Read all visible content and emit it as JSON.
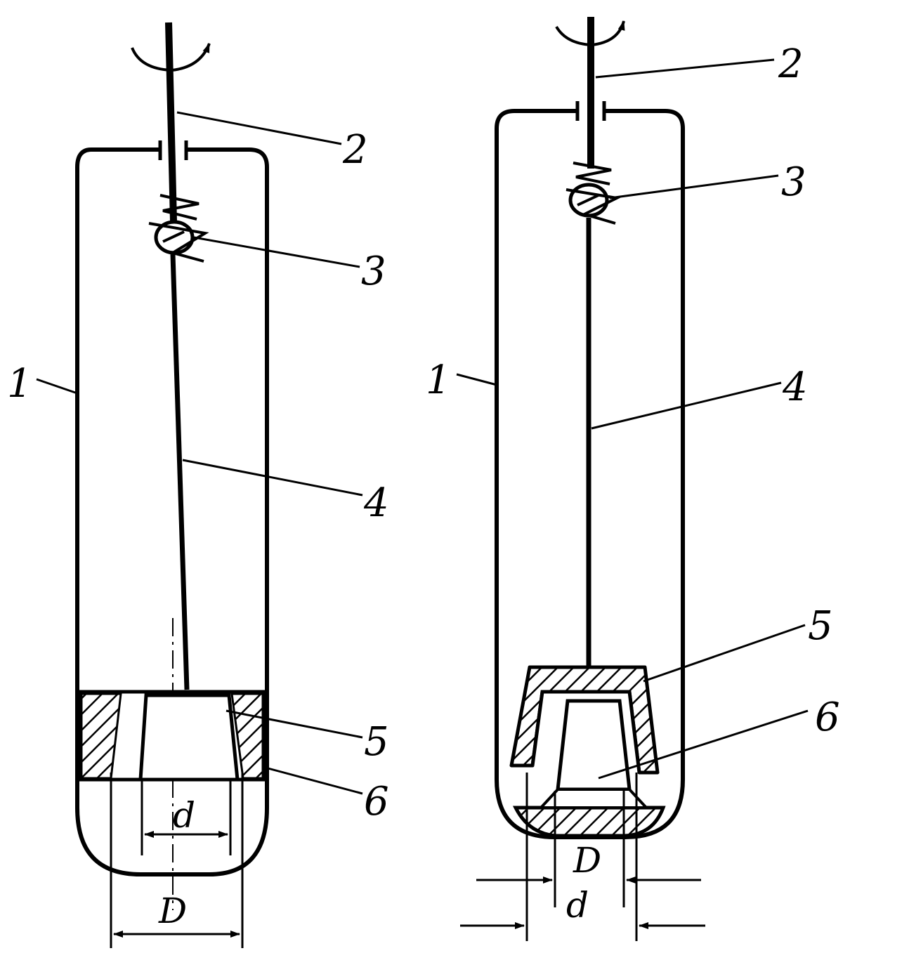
{
  "colors": {
    "ink": "#000000",
    "paper": "#ffffff"
  },
  "left_figure": {
    "labels": {
      "vessel": "1",
      "drive_shaft": "2",
      "coupling": "3",
      "rod": "4",
      "part": "5",
      "ring": "6"
    },
    "dims": {
      "inner_diameter": "d",
      "outer_diameter": "D"
    }
  },
  "right_figure": {
    "labels": {
      "vessel": "1",
      "drive_shaft": "2",
      "coupling": "3",
      "rod": "4",
      "part": "5",
      "ring": "6"
    },
    "dims": {
      "outer_diameter": "D",
      "inner_diameter": "d"
    }
  }
}
